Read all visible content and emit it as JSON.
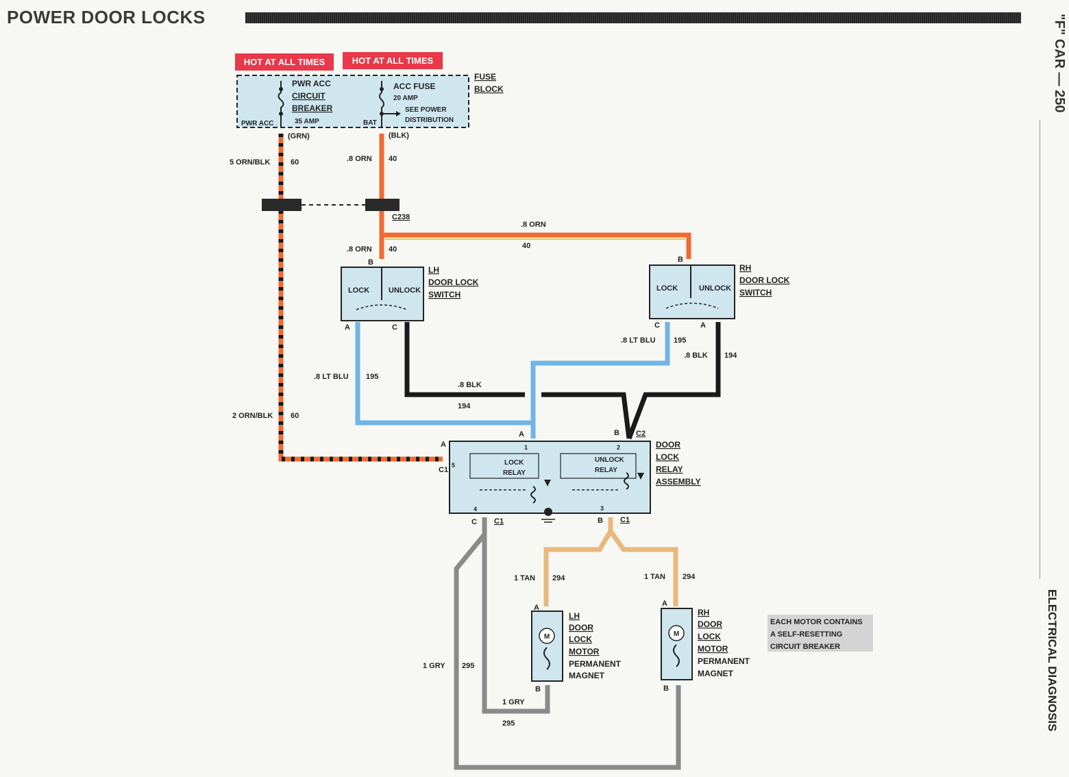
{
  "page": {
    "title": "POWER DOOR LOCKS",
    "side_top": "\"F\" CAR — 250",
    "side_bottom": "ELECTRICAL DIAGNOSIS"
  },
  "colors": {
    "orange": "#f06a36",
    "black": "#1a1a1a",
    "light_blue": "#6fb5e6",
    "tan": "#e8b87c",
    "gray": "#8a8a8a",
    "component_fill": "#cfe6ef",
    "hot_label": "#e8384a"
  },
  "fuse_block": {
    "hot_left": "HOT AT ALL TIMES",
    "hot_right": "HOT AT ALL TIMES",
    "breaker_line1": "PWR ACC",
    "breaker_line2": "CIRCUIT",
    "breaker_line3": "BREAKER",
    "breaker_amp": "35 AMP",
    "breaker_terminal": "PWR ACC",
    "fuse_line1": "ACC FUSE",
    "fuse_amp": "20 AMP",
    "fuse_see1": "SEE POWER",
    "fuse_see2": "DISTRIBUTION",
    "fuse_terminal": "BAT",
    "name1": "FUSE",
    "name2": "BLOCK",
    "grn": "(GRN)",
    "blk": "(BLK)"
  },
  "wires": {
    "orn_blk_5": "5 ORN/BLK",
    "c60a": "60",
    "orn_8a": ".8 ORN",
    "c40a": "40",
    "c238": "C238",
    "orn_8b": ".8 ORN",
    "c40b": "40",
    "orn_8_top": ".8 ORN",
    "c40_top": "40",
    "ltblu_left": ".8 LT BLU",
    "c195_left": "195",
    "blk_mid": ".8 BLK",
    "c194_mid": "194",
    "ltblu_right": ".8 LT BLU",
    "c195_right": "195",
    "blk_right": ".8 BLK",
    "c194_right": "194",
    "orn_blk_2": "2 ORN/BLK",
    "c60b": "60",
    "tan_left": "1 TAN",
    "c294_left": "294",
    "tan_right": "1 TAN",
    "c294_right": "294",
    "gry_left": "1 GRY",
    "c295_left": "295",
    "gry_bottom": "1 GRY",
    "c295_bottom": "295"
  },
  "lh_switch": {
    "lock": "LOCK",
    "unlock": "UNLOCK",
    "name1": "LH",
    "name2": "DOOR LOCK",
    "name3": "SWITCH",
    "pin_b": "B",
    "pin_a": "A",
    "pin_c": "C"
  },
  "rh_switch": {
    "lock": "LOCK",
    "unlock": "UNLOCK",
    "name1": "RH",
    "name2": "DOOR LOCK",
    "name3": "SWITCH",
    "pin_b": "B",
    "pin_a": "A",
    "pin_c": "C"
  },
  "relay": {
    "lock1": "LOCK",
    "lock2": "RELAY",
    "unlock1": "UNLOCK",
    "unlock2": "RELAY",
    "name1": "DOOR",
    "name2": "LOCK",
    "name3": "RELAY",
    "name4": "ASSEMBLY",
    "pin_a_top": "A",
    "pin_1": "1",
    "pin_b_top": "B",
    "pin_2": "2",
    "c2": "C2",
    "pin_a_left": "A",
    "pin_5": "5",
    "c1_left": "C1",
    "pin_c_bot": "C",
    "pin_4": "4",
    "c1_bot_left": "C1",
    "pin_b_bot": "B",
    "pin_3": "3",
    "c1_bot_right": "C1"
  },
  "lh_motor": {
    "name1": "LH",
    "name2": "DOOR",
    "name3": "LOCK",
    "name4": "MOTOR",
    "name5": "PERMANENT",
    "name6": "MAGNET",
    "pin_a": "A",
    "pin_b": "B",
    "m": "M"
  },
  "rh_motor": {
    "name1": "RH",
    "name2": "DOOR",
    "name3": "LOCK",
    "name4": "MOTOR",
    "name5": "PERMANENT",
    "name6": "MAGNET",
    "pin_a": "A",
    "pin_b": "B",
    "m": "M"
  },
  "note": {
    "line1": "EACH MOTOR CONTAINS",
    "line2": "A SELF-RESETTING",
    "line3": "CIRCUIT BREAKER"
  }
}
